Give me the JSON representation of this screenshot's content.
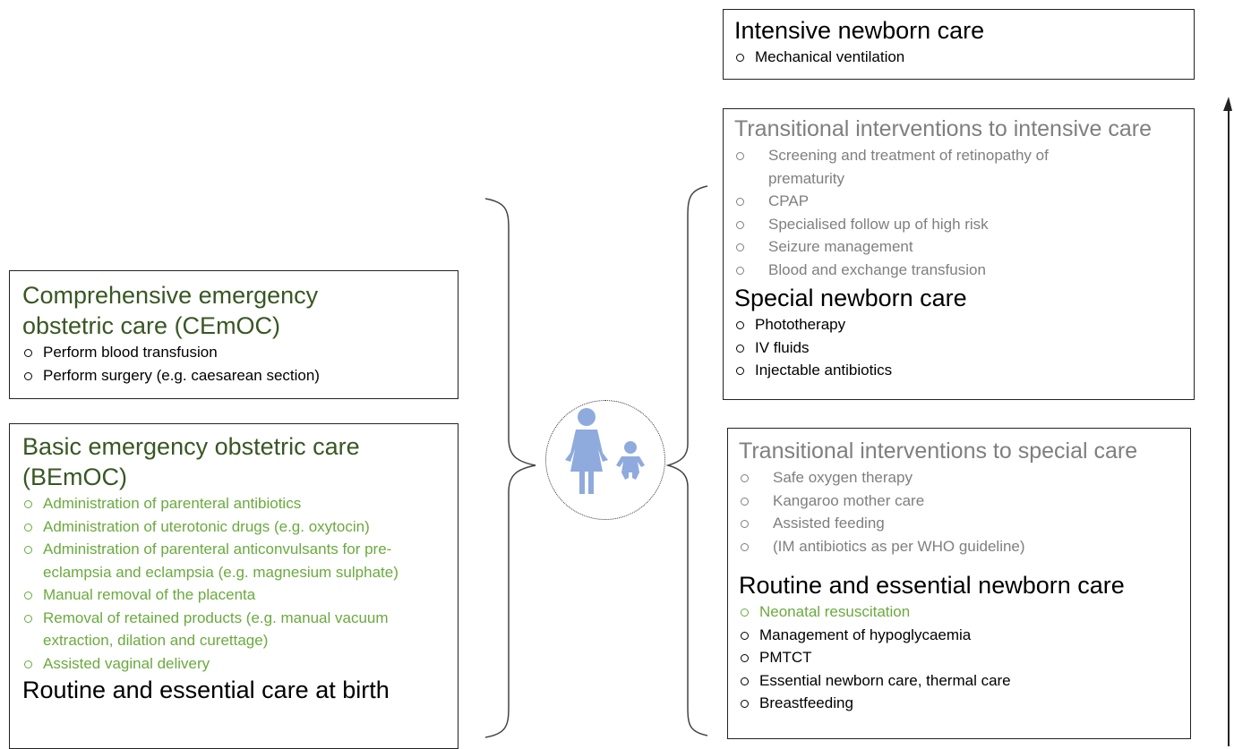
{
  "left": {
    "cemoc": {
      "title": "Comprehensive emergency obstetric care (CEmOC)",
      "items": [
        "Perform blood transfusion",
        "Perform surgery (e.g. caesarean section)"
      ]
    },
    "bemoc": {
      "title": "Basic emergency obstetric care (BEmOC)",
      "items": [
        "Administration of parenteral antibiotics",
        "Administration of uterotonic drugs (e.g. oxytocin)",
        "Administration of parenteral anticonvulsants for pre-eclampsia and eclampsia  (e.g. magnesium sulphate)",
        "Manual removal of the placenta",
        "Removal of retained products (e.g. manual vacuum extraction, dilation and curettage)",
        "Assisted vaginal delivery"
      ],
      "routine_title": "Routine and essential care at birth"
    }
  },
  "right": {
    "intensive": {
      "title": "Intensive newborn care",
      "items": [
        "Mechanical ventilation"
      ]
    },
    "transitional_intensive": {
      "title": "Transitional interventions to intensive care",
      "items": [
        "Screening and treatment of retinopathy of prematurity",
        "CPAP",
        "Specialised follow up of high risk",
        "Seizure management",
        "Blood and exchange transfusion"
      ]
    },
    "special": {
      "title": "Special newborn care",
      "items": [
        "Phototherapy",
        "IV fluids",
        "Injectable antibiotics"
      ]
    },
    "transitional_special": {
      "title": "Transitional interventions to special care",
      "items": [
        "Safe oxygen therapy",
        "Kangaroo mother care",
        "Assisted feeding",
        "(IM antibiotics as per WHO guideline)"
      ]
    },
    "routine_newborn": {
      "title": "Routine and essential newborn care",
      "items_green": [
        "Neonatal resuscitation"
      ],
      "items": [
        "Management of hypoglycaemia",
        "PMTCT",
        "Essential newborn care, thermal care",
        "Breastfeeding"
      ]
    }
  },
  "icon": "mother-and-baby-icon",
  "colors": {
    "dark_green": "#385723",
    "light_green": "#6aaa3e",
    "grey": "#7f7f7f",
    "icon_blue": "#8faadc"
  }
}
